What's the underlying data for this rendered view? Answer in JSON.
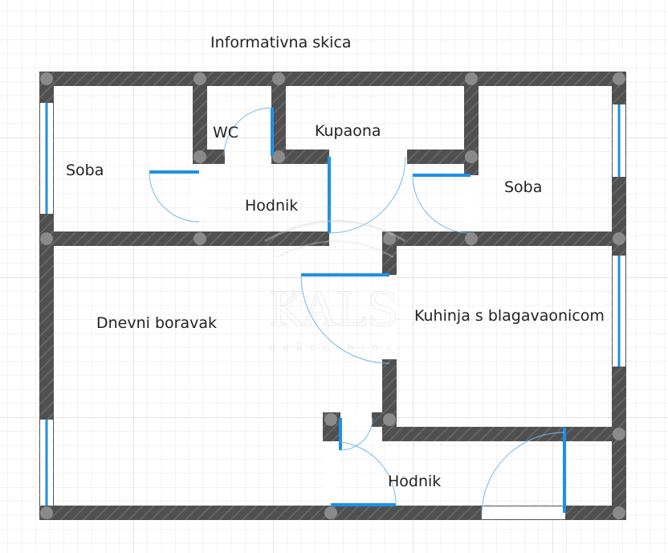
{
  "title": "Informativna skica",
  "rooms": [
    {
      "key": "soba_left",
      "label": "Soba"
    },
    {
      "key": "wc",
      "label": "WC"
    },
    {
      "key": "kupaona",
      "label": "Kupaona"
    },
    {
      "key": "soba_right",
      "label": "Soba"
    },
    {
      "key": "hodnik_top",
      "label": "Hodnik"
    },
    {
      "key": "dnevni",
      "label": "Dnevni boravak"
    },
    {
      "key": "kuhinja",
      "label": "Kuhinja s blagavaonicom"
    },
    {
      "key": "hodnik_bottom",
      "label": "Hodnik"
    }
  ],
  "watermark": {
    "brand": "KALS",
    "sub": "nekretnine"
  },
  "colors": {
    "wall": "#505050",
    "wall_hatch": "#6a6a6a",
    "window": "#1e90e6",
    "door": "#1e90e6",
    "door_arc": "#74b9ee",
    "grid_minor": "#e6e6e6",
    "grid_major": "#c8c8c8",
    "text": "#222222"
  }
}
